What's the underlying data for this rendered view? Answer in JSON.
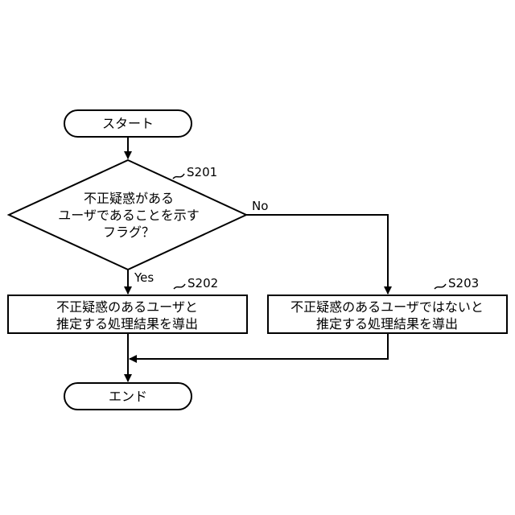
{
  "flowchart": {
    "start": "スタート",
    "decision": {
      "step": "S201",
      "lines": [
        "不正疑惑がある",
        "ユーザであることを示す",
        "フラグ？"
      ],
      "yes_label": "Yes",
      "no_label": "No"
    },
    "process_yes": {
      "step": "S202",
      "lines": [
        "不正疑惑のあるユーザと",
        "推定する処理結果を導出"
      ]
    },
    "process_no": {
      "step": "S203",
      "lines": [
        "不正疑惑のあるユーザではないと",
        "推定する処理結果を導出"
      ]
    },
    "end": "エンド"
  }
}
